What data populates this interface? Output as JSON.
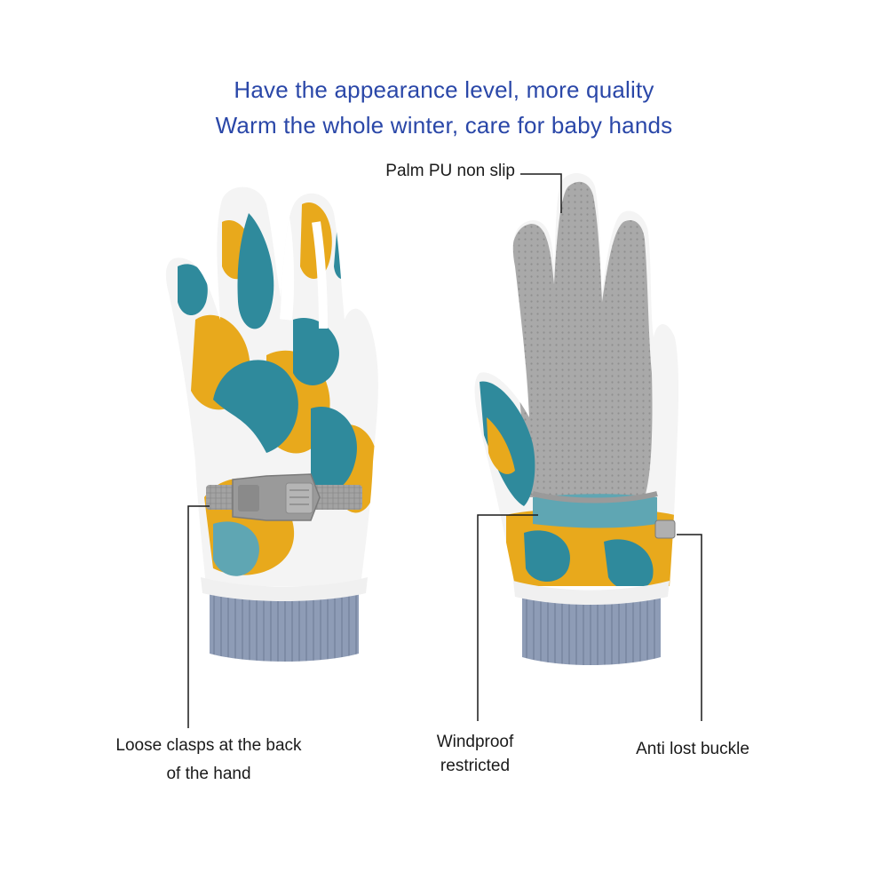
{
  "headline": {
    "line1": "Have the appearance level, more quality",
    "line2": "Warm the whole winter, care for baby hands"
  },
  "callouts": {
    "palm": "Palm PU non slip",
    "clasp_line1": "Loose clasps at the back",
    "clasp_line2": "of the hand",
    "windproof_line1": "Windproof",
    "windproof_line2": "restricted",
    "buckle": "Anti lost buckle"
  },
  "colors": {
    "headline": "#2a47a8",
    "teal": "#2f8a9c",
    "mustard": "#e8a91c",
    "palm_grey": "#a8a8a8",
    "cuff_blue": "#8e9cb6",
    "strap_grey": "#9a9a9a"
  }
}
